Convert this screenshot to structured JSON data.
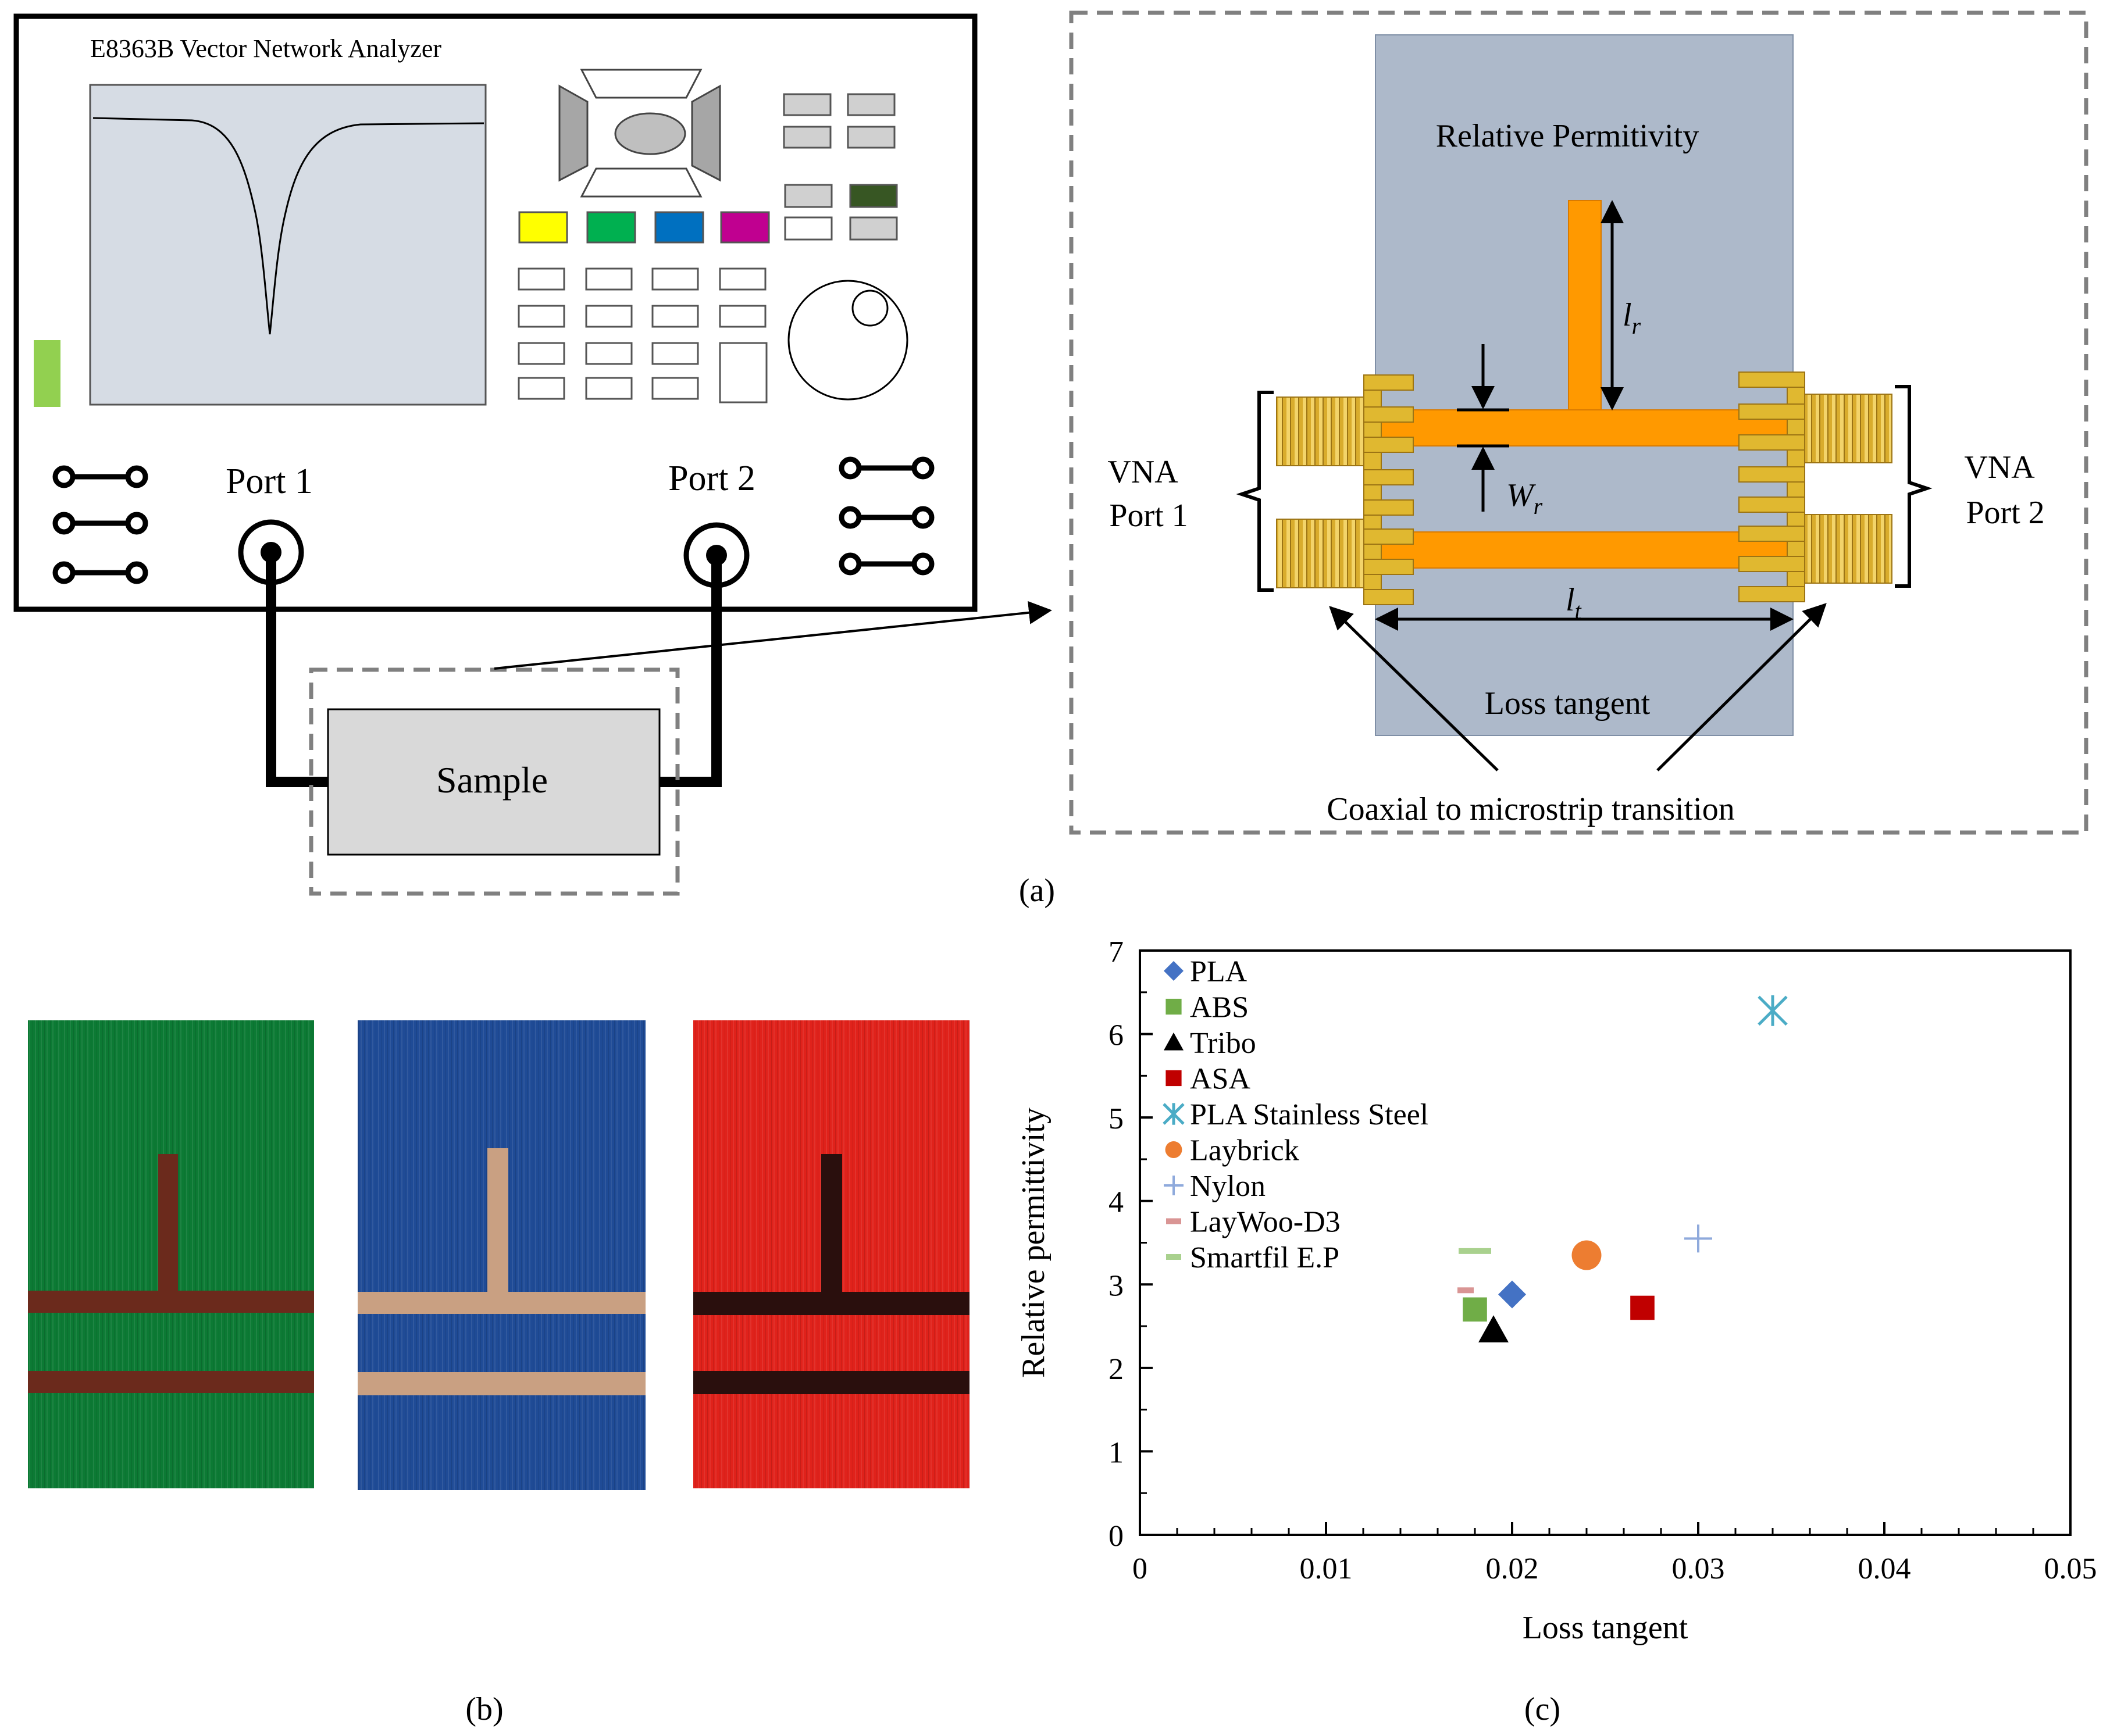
{
  "vna": {
    "title": "E8363B Vector Network Analyzer",
    "port1_label": "Port 1",
    "port2_label": "Port 2",
    "key_colors": [
      "#ffff00",
      "#00b050",
      "#0070c0",
      "#c00090"
    ],
    "led_color": "#92d050",
    "dark_key_color": "#375623",
    "screen_color": "#d6dce4",
    "icons": [
      "resonance-dip-trace-icon",
      "navigation-pad-icon",
      "rotary-knob-icon",
      "port-connector-icon"
    ]
  },
  "sample": {
    "label": "Sample"
  },
  "fixture": {
    "top_label": "Relative Permitivity",
    "bottom_label": "Loss tangent",
    "vna_port1": [
      "VNA",
      "Port 1"
    ],
    "vna_port2": [
      "VNA",
      "Port 2"
    ],
    "dim_lr": "l",
    "dim_lr_sub": "r",
    "dim_wr": "W",
    "dim_wr_sub": "r",
    "dim_lt": "l",
    "dim_lt_sub": "t",
    "transition_label": "Coaxial to microstrip transition",
    "substrate_color": "#adb9ca",
    "strip_color": "#ff9900",
    "connector_color": "#e0b830"
  },
  "photos": {
    "colors": [
      "#0c7a34",
      "#1f4b96",
      "#e0221b"
    ],
    "strip_colors": [
      "#6b2a1c",
      "#c9a082",
      "#2a0f0d"
    ]
  },
  "captions": {
    "a": "(a)",
    "b": "(b)",
    "c": "(c)"
  },
  "chart_data": {
    "type": "scatter",
    "xlabel": "Loss tangent",
    "ylabel": "Relative permittivity",
    "xlim": [
      0,
      0.05
    ],
    "ylim": [
      0,
      7
    ],
    "xticks": [
      "0",
      "0.01",
      "0.02",
      "0.03",
      "0.04",
      "0.05"
    ],
    "yticks": [
      "0",
      "1",
      "2",
      "3",
      "4",
      "5",
      "6",
      "7"
    ],
    "grid": false,
    "legend_position": "top-left",
    "series": [
      {
        "name": "PLA",
        "marker": "diamond",
        "color": "#4472c4",
        "x": 0.02,
        "y": 2.88
      },
      {
        "name": "ABS",
        "marker": "square",
        "color": "#70ad47",
        "x": 0.018,
        "y": 2.7
      },
      {
        "name": "Tribo",
        "marker": "triangle",
        "color": "#000000",
        "x": 0.019,
        "y": 2.45
      },
      {
        "name": "ASA",
        "marker": "square",
        "color": "#c00000",
        "x": 0.027,
        "y": 2.72
      },
      {
        "name": "PLA Stainless Steel",
        "marker": "asterisk",
        "color": "#4bacc6",
        "x": 0.034,
        "y": 6.28
      },
      {
        "name": "Laybrick",
        "marker": "circle",
        "color": "#ed7d31",
        "x": 0.024,
        "y": 3.35
      },
      {
        "name": "Nylon",
        "marker": "plus",
        "color": "#8faadc",
        "x": 0.03,
        "y": 3.55
      },
      {
        "name": "LayWoo-D3",
        "marker": "dash",
        "color": "#d99594",
        "x": 0.0175,
        "y": 2.93
      },
      {
        "name": "Smartfil E.P",
        "marker": "dash",
        "color": "#a9d18e",
        "x": 0.018,
        "y": 3.4
      }
    ]
  }
}
